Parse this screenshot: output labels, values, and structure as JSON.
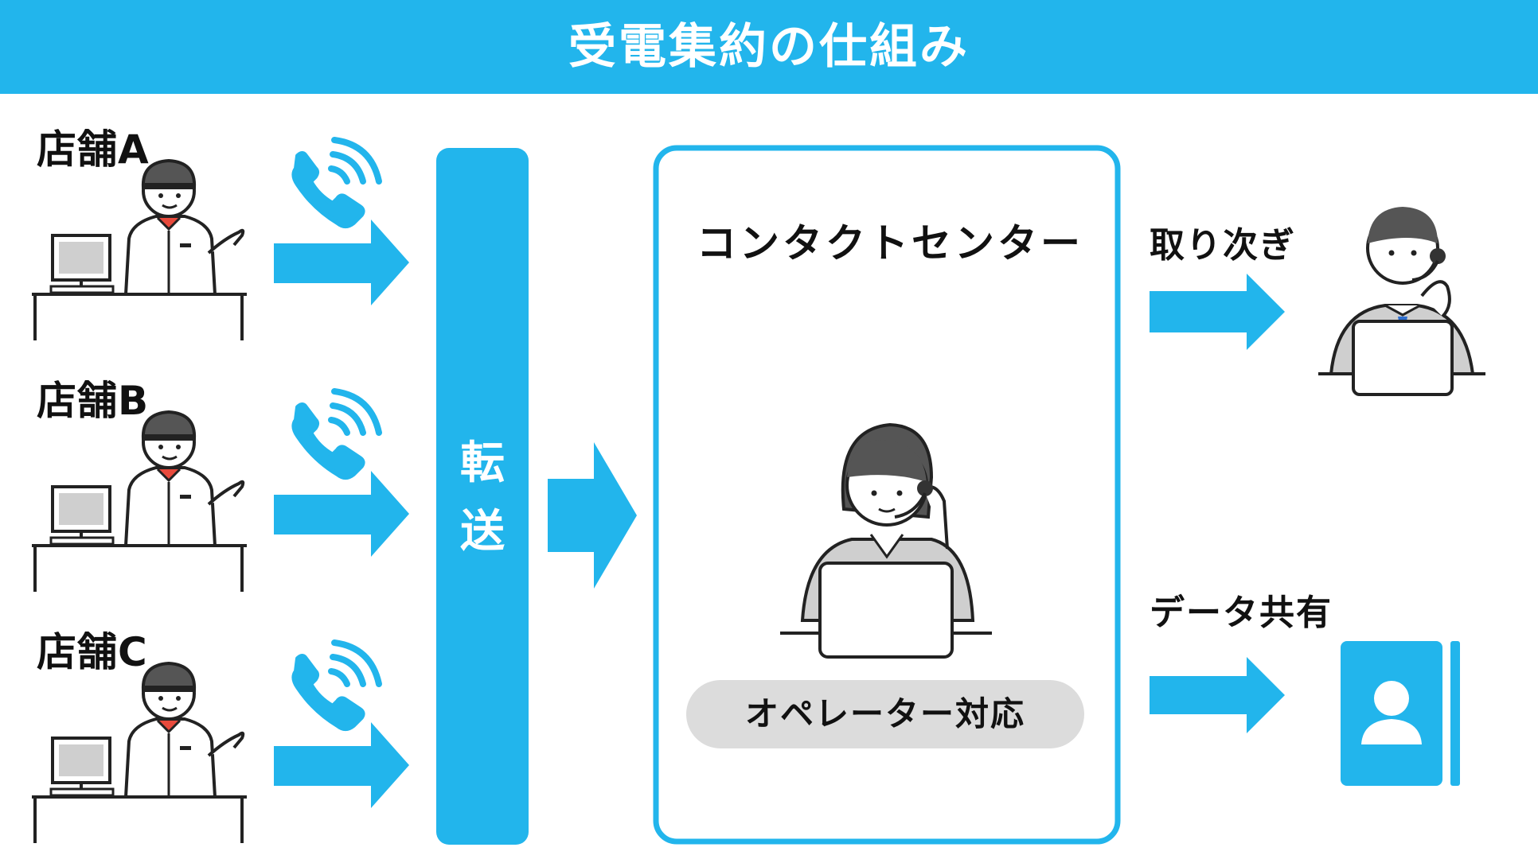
{
  "title": "受電集約の仕組み",
  "stores": [
    {
      "label": "店舗A"
    },
    {
      "label": "店舗B"
    },
    {
      "label": "店舗C"
    }
  ],
  "transfer": {
    "label_line1": "転",
    "label_line2": "送"
  },
  "contact_center": {
    "title": "コンタクトセンター",
    "operator_label": "オペレーター対応"
  },
  "outputs": {
    "handoff_label": "取り次ぎ",
    "data_share_label": "データ共有"
  },
  "colors": {
    "accent": "#22b5ec",
    "pill_gray": "#dcdcdc",
    "text": "#111111",
    "line": "#222222"
  },
  "icons": [
    "phone-ringing-icon",
    "arrow-right-icon",
    "store-clerk-illustration",
    "operator-headset-illustration",
    "staff-headset-illustration",
    "contact-book-icon"
  ]
}
